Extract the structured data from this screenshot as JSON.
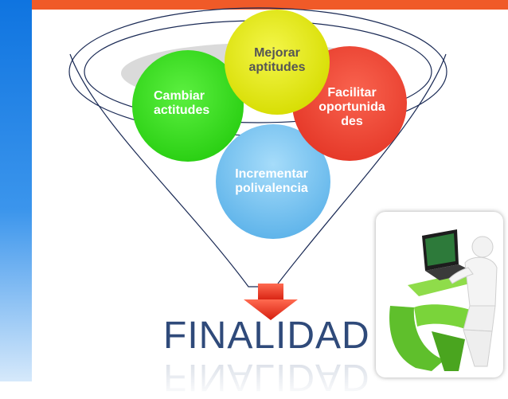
{
  "circles": {
    "top": "Mejorar aptitudes",
    "left": "Cambiar actitudes",
    "right": "Facilitar oportunidades",
    "right_lines": [
      "Facilitar",
      "oportunida",
      "des"
    ],
    "bottom": "Incrementar polivalencia",
    "top_lines": [
      "Mejorar",
      "aptitudes"
    ],
    "left_lines": [
      "Cambiar",
      "actitudes"
    ],
    "bottom_lines": [
      "Incrementar",
      "polivalencia"
    ]
  },
  "footer": {
    "title": "FINALIDAD"
  },
  "colors": {
    "accent_bar": "#f05a28",
    "side_bar": "#1a7ce6",
    "top_circle": "#e2e80c",
    "left_circle": "#37e021",
    "right_circle": "#ef4b3a",
    "bottom_circle": "#7cc6f2",
    "arrow": "#e8301c",
    "title": "#2f4a7a"
  },
  "icons": {
    "picture": "person-at-laptop-illustration",
    "arrow": "down-arrow-icon"
  }
}
